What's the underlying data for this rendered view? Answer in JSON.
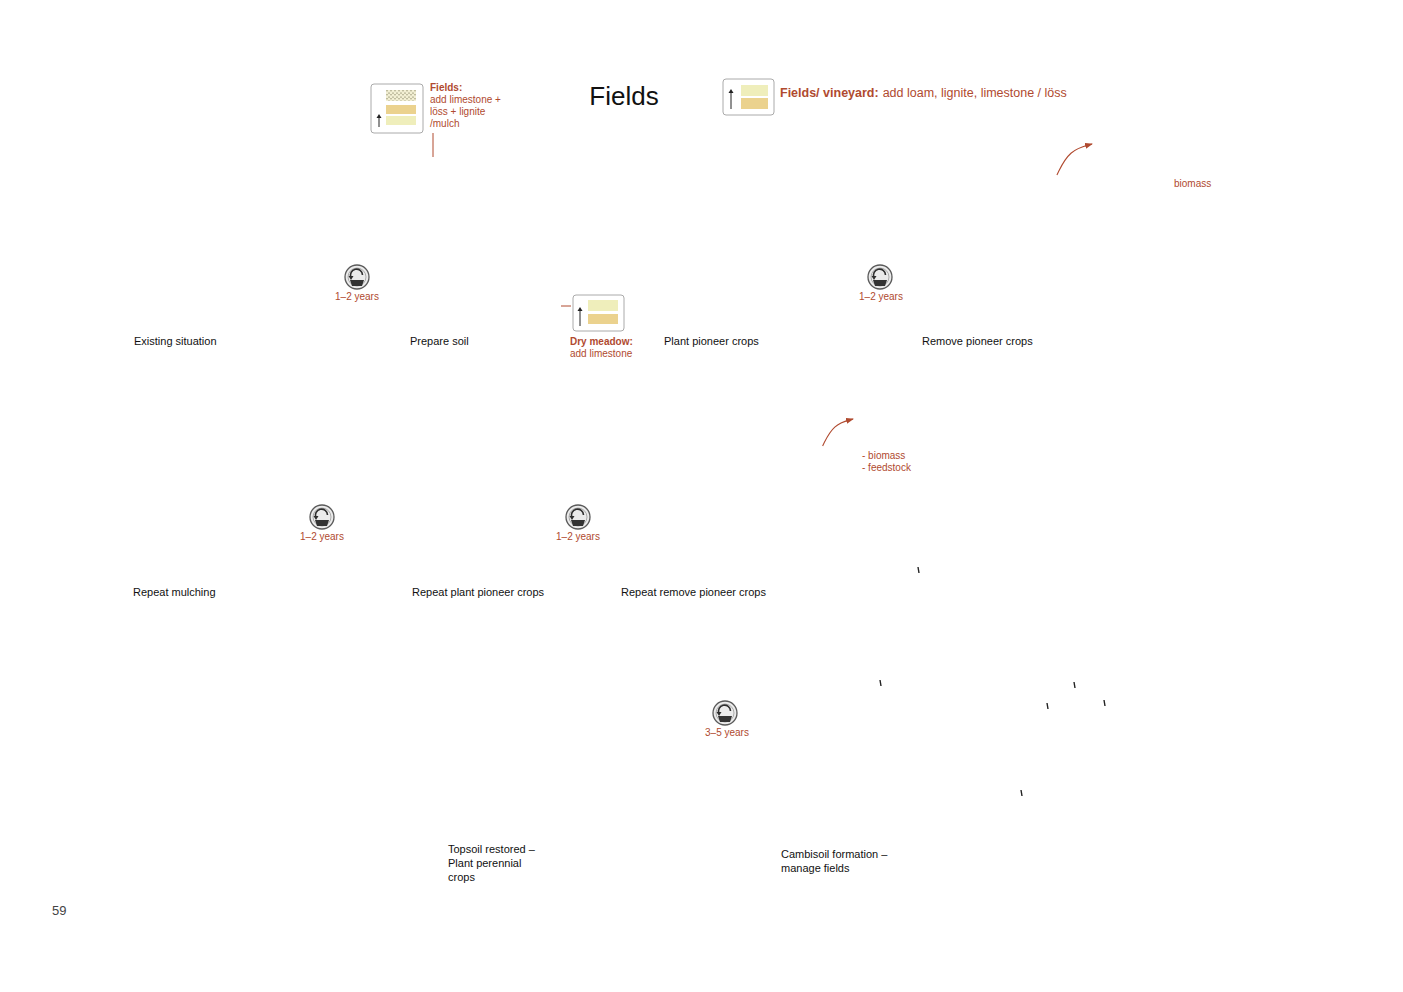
{
  "diagram": {
    "title": "Fields",
    "nodes": [
      {
        "text": [
          "Existing situation"
        ]
      },
      {
        "text": [
          "Prepare soil"
        ]
      },
      {
        "text": [
          "Plant pioneer crops"
        ]
      },
      {
        "text": [
          "Remove pioneer crops"
        ]
      },
      {
        "text": [
          "biomass"
        ]
      },
      {
        "text": [
          "Repeat mulching"
        ]
      },
      {
        "text": [
          "Repeat plant pioneer crops"
        ]
      },
      {
        "text": [
          "Repeat remove pioneer crops"
        ]
      },
      {
        "text": [
          "- biomass",
          "- feedstock"
        ]
      },
      {
        "text": [
          "Topsoil restored – Plant perennial crops"
        ]
      },
      {
        "text": [
          "Cambisoil formation – manage fields"
        ]
      }
    ],
    "edges": [
      {
        "from": 3,
        "to": 4,
        "arrow": "to"
      },
      {
        "from": 7,
        "to": 8,
        "arrow": "to"
      }
    ],
    "labels": [
      "Fields:",
      "add limestone + löss + lignite /mulch",
      "Fields/ vineyard:",
      "add loam, lignite, limestone / löss",
      "1–2 years",
      "1–2 years",
      "Dry meadow:",
      "add limestone",
      "1–2 years",
      "1–2 years",
      "3–5 years",
      "59"
    ]
  }
}
